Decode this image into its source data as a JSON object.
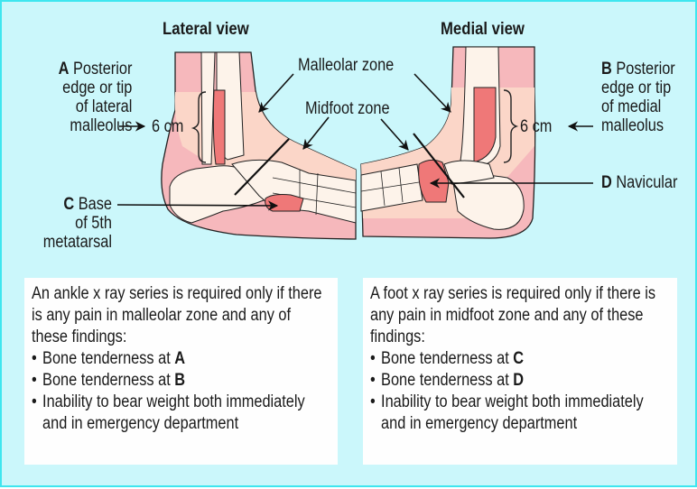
{
  "colors": {
    "background": "#cbf7fb",
    "border": "#3fe6ef",
    "skin_outer": "#f6b8bc",
    "skin_zone": "#fbd6c8",
    "bone": "#fdf3ea",
    "tender_point": "#ef7878",
    "text_box": "#fefefe"
  },
  "lateral": {
    "title": "Lateral view",
    "label_a": {
      "letter": "A",
      "lines": [
        "Posterior",
        "edge or tip",
        "of lateral",
        "malleolus"
      ]
    },
    "measure": "6 cm",
    "label_c": {
      "letter": "C",
      "lines": [
        "Base",
        "of 5th",
        "metatarsal"
      ]
    }
  },
  "medial": {
    "title": "Medial view",
    "label_b": {
      "letter": "B",
      "lines": [
        "Posterior",
        "edge or tip",
        "of medial",
        "malleolus"
      ]
    },
    "measure": "6 cm",
    "label_d": {
      "letter": "D",
      "text": "Navicular"
    }
  },
  "zones": {
    "malleolar": "Malleolar zone",
    "midfoot": "Midfoot zone"
  },
  "ankle_rule": {
    "intro": "An ankle x ray series is required only if there is any pain in malleolar zone and any of these findings:",
    "items": [
      {
        "text": "Bone tenderness at ",
        "bold": "A"
      },
      {
        "text": "Bone tenderness at ",
        "bold": "B"
      },
      {
        "text": "Inability to bear weight both immediately and in emergency department",
        "bold": ""
      }
    ]
  },
  "foot_rule": {
    "intro": "A foot x ray series is required only if there is any pain in midfoot zone and any of these findings:",
    "items": [
      {
        "text": "Bone tenderness at ",
        "bold": "C"
      },
      {
        "text": "Bone tenderness at ",
        "bold": "D"
      },
      {
        "text": "Inability to bear weight both immediately and in emergency department",
        "bold": ""
      }
    ]
  }
}
